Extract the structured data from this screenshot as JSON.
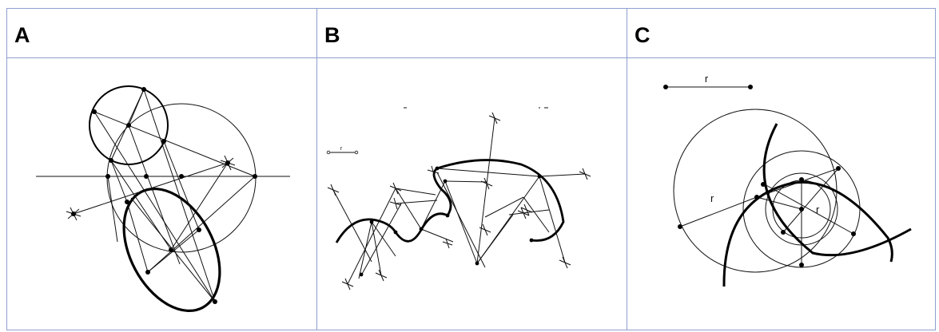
{
  "panels": [
    {
      "id": "A",
      "label": "A"
    },
    {
      "id": "B",
      "label": "B",
      "radius_label": "r"
    },
    {
      "id": "C",
      "label": "C",
      "radius_label_top": "r",
      "radius_label_left": "r",
      "radius_label_center": "r"
    }
  ],
  "colors": {
    "border": "#8f9fce",
    "ink": "#000000",
    "background": "#ffffff"
  }
}
